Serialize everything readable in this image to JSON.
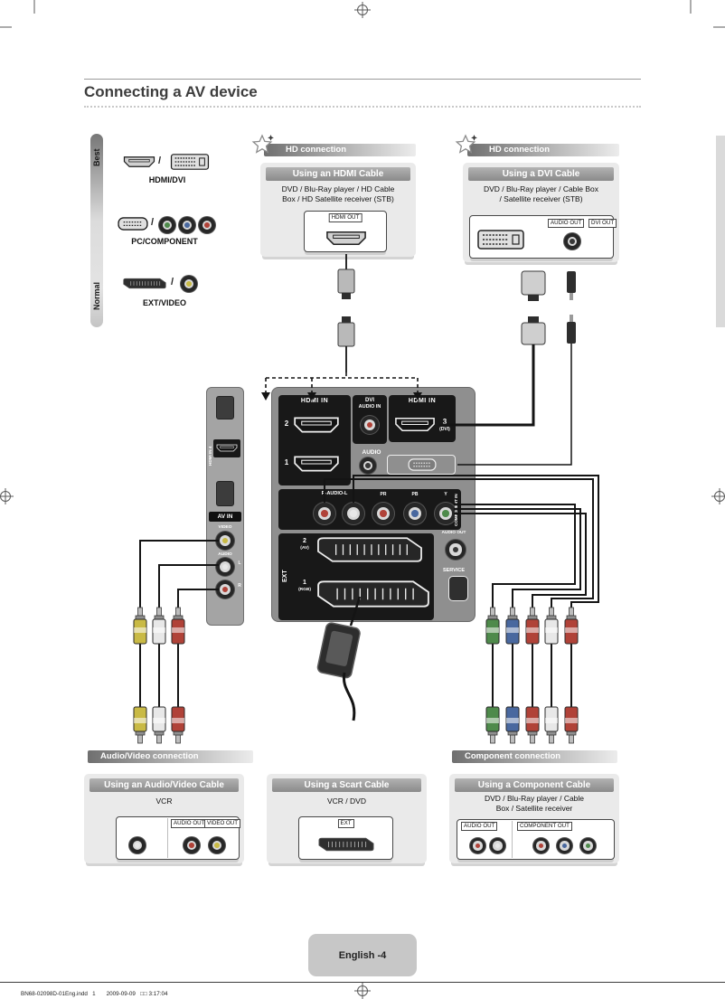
{
  "colors": {
    "red": "#b04238",
    "white_jack": "#e8e8e8",
    "yellow": "#c9ba45",
    "blue": "#49689f",
    "green": "#4e8a4b",
    "dark": "#383838"
  },
  "page": {
    "title": "Connecting a AV device",
    "page_label": "English -4",
    "print_left": "BN68-02098D-01Eng.indd   1",
    "print_right": "2009-09-09   □□ 3:17:04"
  },
  "scale": {
    "best": "Best",
    "normal": "Normal"
  },
  "sep": "/",
  "legend": {
    "hdmi_dvi": "HDMI/DVI",
    "pc_component": "PC/COMPONENT",
    "ext_video": "EXT/VIDEO"
  },
  "headers": {
    "hd1": "HD connection",
    "hd2": "HD connection",
    "av": "Audio/Video connection",
    "component": "Component connection"
  },
  "panels": {
    "hdmi": {
      "title": "Using an HDMI Cable",
      "line1": "DVD / Blu-Ray player / HD Cable",
      "line2": "Box / HD Satellite receiver (STB)",
      "port": "HDMI OUT"
    },
    "dvi": {
      "title": "Using a DVI Cable",
      "line1": "DVD / Blu-Ray player / Cable Box",
      "line2": "/ Satellite receiver (STB)",
      "audio_out": "AUDIO OUT",
      "dvi_out": "DVI OUT"
    },
    "av": {
      "title": "Using an Audio/Video Cable",
      "line1": "VCR",
      "audio_out": "AUDIO OUT",
      "video_out": "VIDEO OUT"
    },
    "scart": {
      "title": "Using a Scart Cable",
      "line1": "VCR / DVD",
      "ext": "EXT"
    },
    "component": {
      "title": "Using a Component Cable",
      "line1": "DVD / Blu-Ray player / Cable",
      "line2": "Box / Satellite receiver",
      "audio_out": "AUDIO OUT",
      "component_out": "COMPONENT OUT"
    }
  },
  "tv": {
    "side": {
      "hdmi4": "HDMI IN 4",
      "av_in": "AV IN",
      "video": "VIDEO",
      "audio": "AUDIO",
      "l": "L",
      "r": "R"
    },
    "main": {
      "hdmi_in": "HDMI IN",
      "port2": "2",
      "port1": "1",
      "dvi_line1": "DVI",
      "dvi_line2": "AUDIO IN",
      "hdmi_in3": "HDMI IN",
      "port3": "3",
      "port3_sub": "(DVI)",
      "audio": "AUDIO",
      "r_audio_l": "R-AUDIO-L",
      "pr": "PR",
      "pb": "PB",
      "y": "Y",
      "component_in": "COMPONENT IN",
      "ext": "EXT",
      "ext2": "2",
      "ext2_sub": "(AV)",
      "ext1": "1",
      "ext1_sub": "(RGB)",
      "audio_out": "AUDIO OUT",
      "service": "SERVICE"
    }
  }
}
